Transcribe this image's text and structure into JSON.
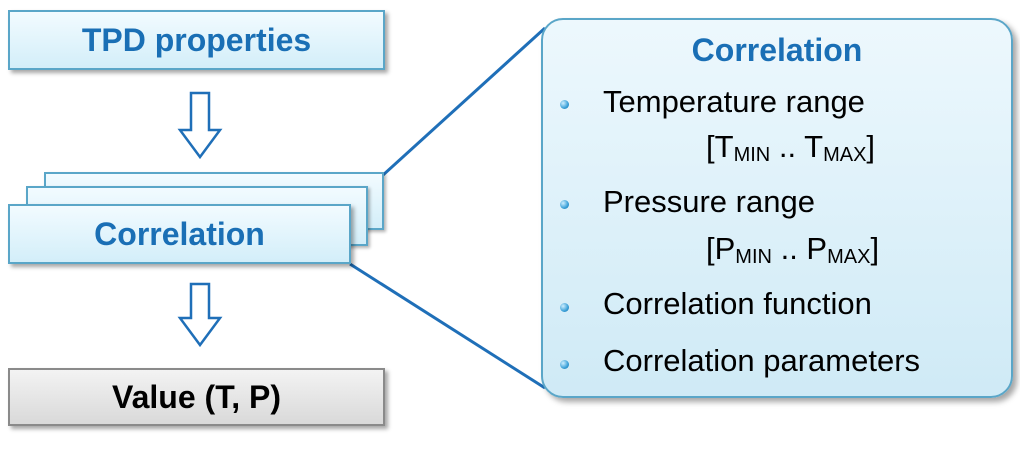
{
  "nodes": {
    "tpd_properties": "TPD properties",
    "correlation": "Correlation",
    "value": "Value (T, P)"
  },
  "panel": {
    "title": "Correlation",
    "items": [
      {
        "label": "Temperature range"
      },
      {
        "label": "Pressure range"
      },
      {
        "label": "Correlation function"
      },
      {
        "label": "Correlation parameters"
      }
    ],
    "temperature_range": {
      "open": "[T",
      "min": "MIN",
      "sep": " .. T",
      "max": "MAX",
      "close": "]"
    },
    "pressure_range": {
      "open": "[P",
      "min": "MIN",
      "sep": " .. P",
      "max": "MAX",
      "close": "]"
    }
  },
  "icons": [
    "down-arrow-icon",
    "down-arrow-icon",
    "bullet-icon"
  ],
  "colors": {
    "accent": "#1a6fb5",
    "border": "#5aa6c8",
    "connector": "#1f6fb8"
  }
}
